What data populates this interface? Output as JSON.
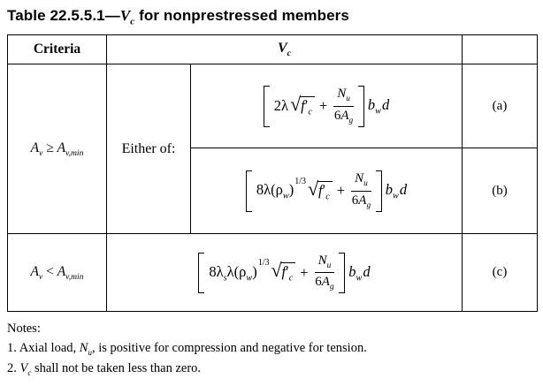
{
  "title": {
    "pre": "Table 22.5.5.1—",
    "var": "V",
    "var_sub": "c",
    "post": " for nonprestressed members"
  },
  "sym": {
    "radical": "√"
  },
  "table": {
    "header": {
      "criteria": "Criteria",
      "vc": "V",
      "vc_sub": "c"
    },
    "row1": {
      "A": "A",
      "A_sub": "v",
      "rel": "≥",
      "A2": "A",
      "A2_sub": "v,min",
      "either": "Either of:"
    },
    "row2": {
      "A": "A",
      "A_sub": "v",
      "rel": "<",
      "A2": "A",
      "A2_sub": "v,min"
    }
  },
  "formula_a": {
    "coef": "2λ",
    "sqrt_f": "f",
    "sqrt_prime": "′",
    "sqrt_sub": "c",
    "plus": "+",
    "frac_num": "N",
    "frac_num_sub": "u",
    "frac_den_coef": "6",
    "frac_den_var": "A",
    "frac_den_sub": "g",
    "tail_b": "b",
    "tail_b_sub": "w",
    "tail_d": "d",
    "label": "(a)"
  },
  "formula_b": {
    "coef_open": "8λ(ρ",
    "coef_sub": "w",
    "coef_close": ")",
    "exp": "1/3",
    "sqrt_f": "f",
    "sqrt_prime": "′",
    "sqrt_sub": "c",
    "plus": "+",
    "frac_num": "N",
    "frac_num_sub": "u",
    "frac_den_coef": "6",
    "frac_den_var": "A",
    "frac_den_sub": "g",
    "tail_b": "b",
    "tail_b_sub": "w",
    "tail_d": "d",
    "label": "(b)"
  },
  "formula_c": {
    "coef1": "8λ",
    "coef1_sub": "s",
    "coef2": "λ(ρ",
    "coef2_sub": "w",
    "coef2_close": ")",
    "exp": "1/3",
    "sqrt_f": "f",
    "sqrt_prime": "′",
    "sqrt_sub": "c",
    "plus": "+",
    "frac_num": "N",
    "frac_num_sub": "u",
    "frac_den_coef": "6",
    "frac_den_var": "A",
    "frac_den_sub": "g",
    "tail_b": "b",
    "tail_b_sub": "w",
    "tail_d": "d",
    "label": "(c)"
  },
  "notes": {
    "heading": "Notes:",
    "n1_pre": "1. Axial load, ",
    "n1_var": "N",
    "n1_sub": "u",
    "n1_post": ", is positive for compression and negative for tension.",
    "n2_pre": "2. ",
    "n2_var": "V",
    "n2_sub": "c",
    "n2_post": " shall not be taken less than zero."
  }
}
